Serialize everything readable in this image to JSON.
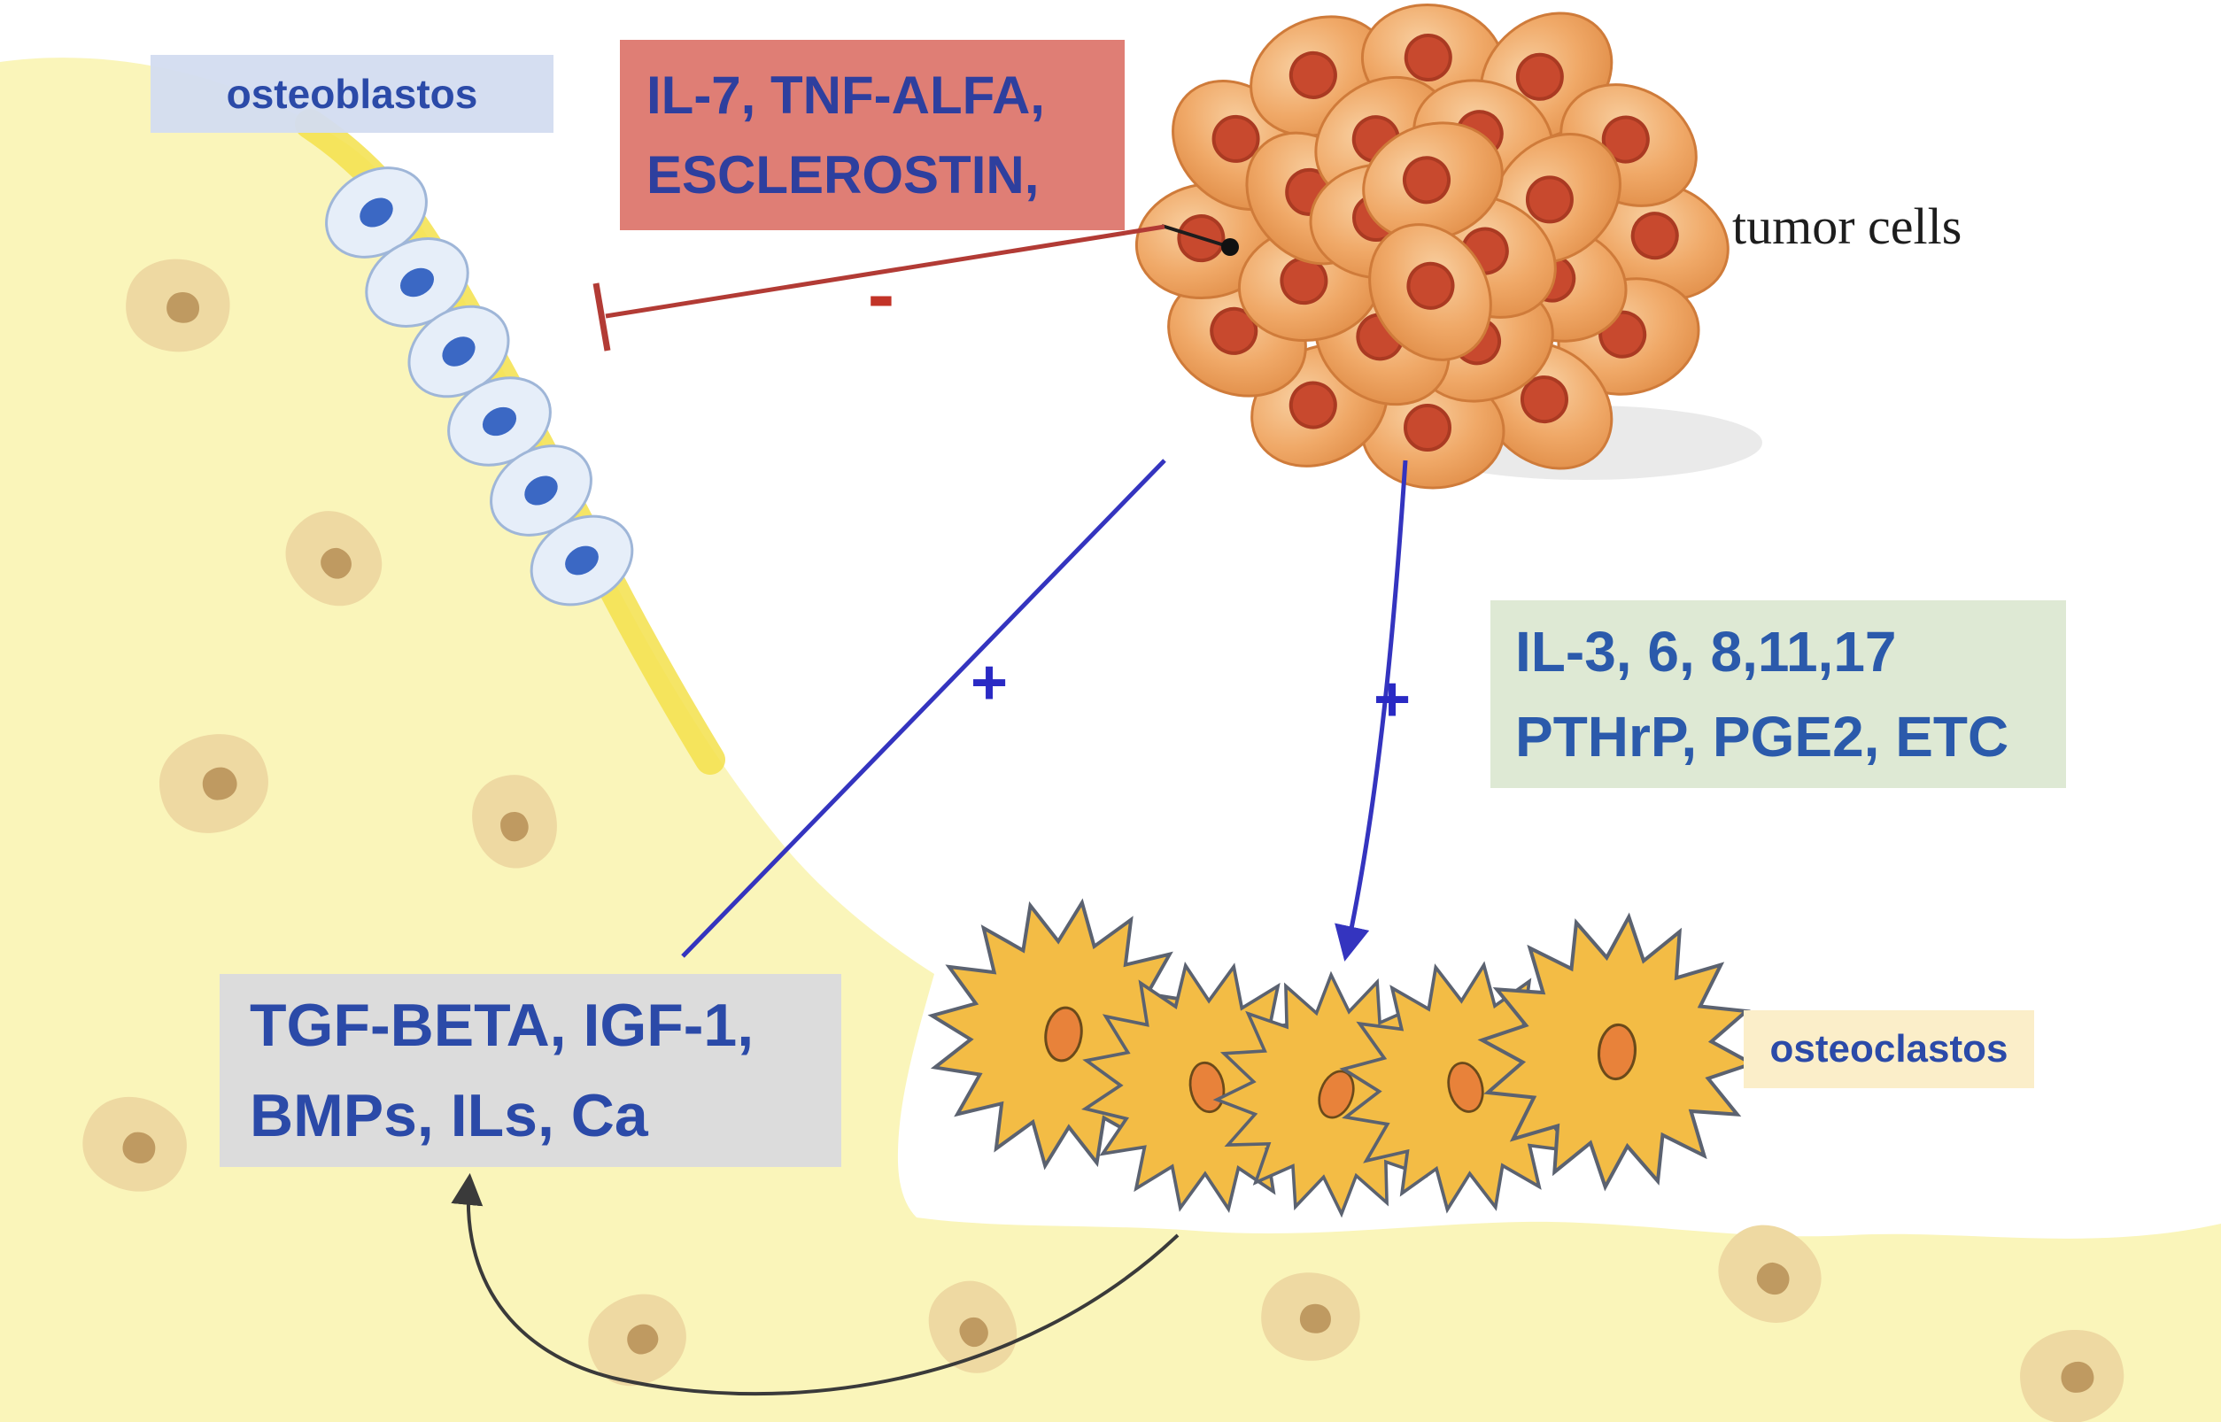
{
  "labels": {
    "osteoblasts": "osteoblastos",
    "tumor_cells": "tumor cells",
    "osteoclasts": "osteoclastos"
  },
  "boxes": {
    "inhibitory_factors": {
      "line1": "IL-7, TNF-ALFA,",
      "line2": "ESCLEROSTIN,"
    },
    "osteoclast_stimulating_factors": {
      "line1": "IL-3, 6, 8,11,17",
      "line2": "PTHrP, PGE2, ETC"
    },
    "bone_derived_factors": {
      "line1": "TGF-BETA, IGF-1,",
      "line2": "BMPs, ILs, Ca"
    }
  },
  "signs": {
    "minus": "-",
    "plus_osteoblast_path": "+",
    "plus_osteoclast_path": "+"
  },
  "colors": {
    "bone_matrix": "#faf5ba",
    "bone_edge_highlight": "#f3e14b",
    "osteocyte": "#eed9a2",
    "osteocyte_nucleus": "#bf9a61",
    "tumor_cell": "#f0a968",
    "tumor_cell_nucleus": "#c8492e",
    "osteoblast_cell": "#e6eef9",
    "osteoblast_nucleus": "#3b68c4",
    "osteoclast_cell": "#f3bc45",
    "osteoclast_nucleus": "#e8823a",
    "inhibitory_box_bg": "#df7e75",
    "stimulating_box_bg": "#dee9d4",
    "bone_factors_box_bg": "#dcdcdc",
    "osteoblast_label_bg": "#d4ddf0",
    "osteoclast_label_bg": "#fbeec9",
    "label_text": "#2b4aa8",
    "inhibition_line": "#b23b35",
    "stimulation_line": "#3434bf",
    "feedback_arrow": "#3a3a3a"
  }
}
